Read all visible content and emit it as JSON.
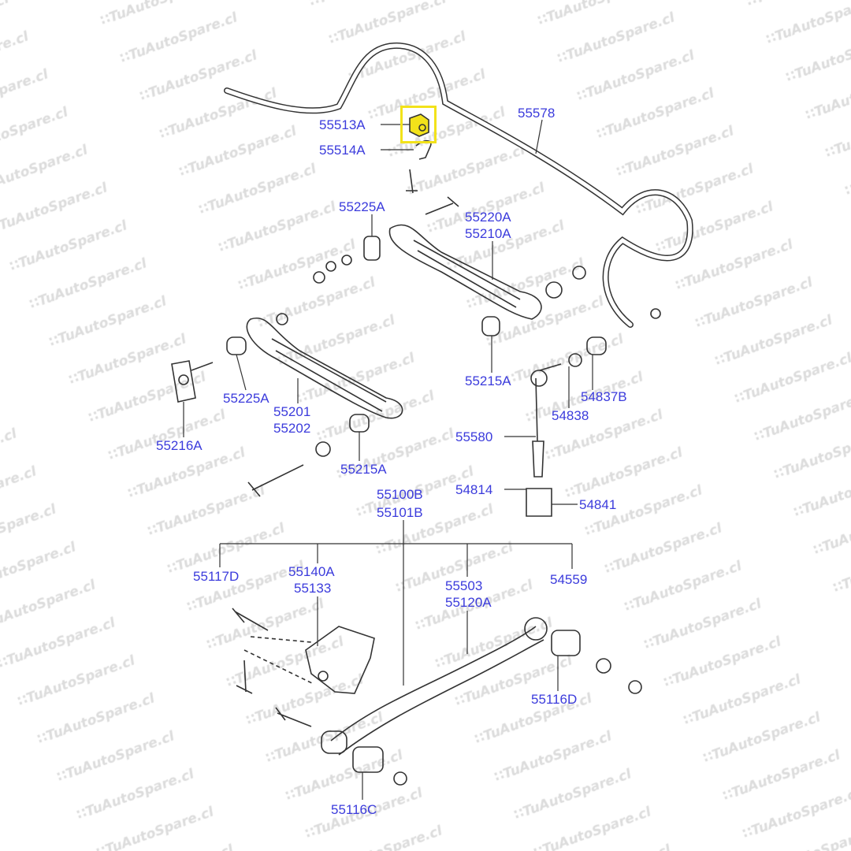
{
  "watermark": "TuAutoSpare.cl",
  "highlight_color": "#f2e21a",
  "label_color": "#3b3bdc",
  "highlighted_part": "55513A",
  "labels": {
    "p55513A": "55513A",
    "p55514A": "55514A",
    "p55578": "55578",
    "p55225A_top": "55225A",
    "p55220A": "55220A",
    "p55210A": "55210A",
    "p55215A_right": "55215A",
    "p54837B": "54837B",
    "p54838": "54838",
    "p55580": "55580",
    "p54814": "54814",
    "p54841": "54841",
    "p55225A_left": "55225A",
    "p55201": "55201",
    "p55202": "55202",
    "p55216A": "55216A",
    "p55215A_left": "55215A",
    "p55100B": "55100B",
    "p55101B": "55101B",
    "p55117D": "55117D",
    "p55140A": "55140A",
    "p55133": "55133",
    "p55503": "55503",
    "p55120A": "55120A",
    "p54559": "54559",
    "p55116D": "55116D",
    "p55116C": "55116C"
  }
}
